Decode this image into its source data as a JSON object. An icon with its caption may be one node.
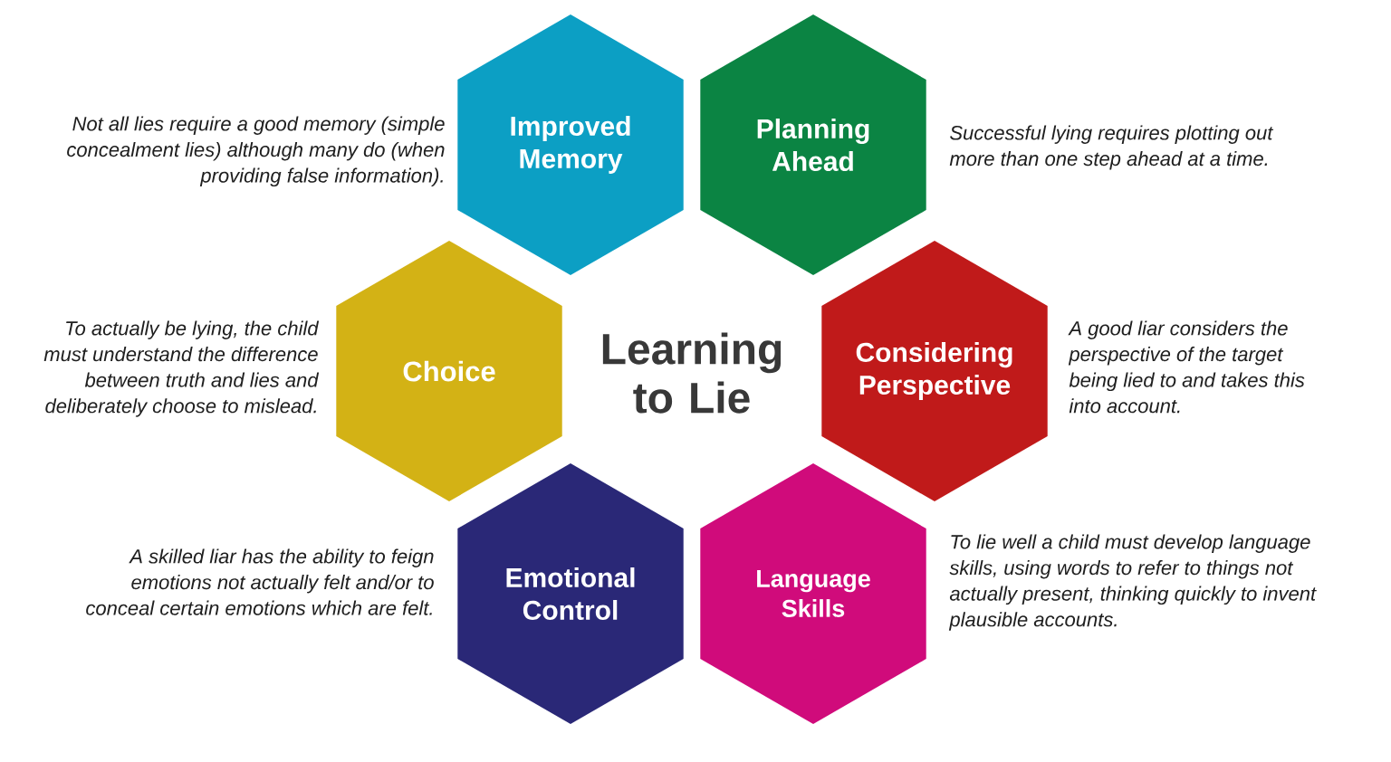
{
  "diagram": {
    "title": "Learning to Lie",
    "nodes": [
      {
        "text": [
          "Improved Memory"
        ],
        "beside": [
          "Not all lies require a good memory (simple concealment lies) although many do (when providing false information)."
        ]
      },
      {
        "text": [
          "Planning Ahead"
        ],
        "beside": [
          "Successful lying requires plotting out more than one step ahead at a time."
        ]
      },
      {
        "text": [
          "Choice"
        ],
        "beside": [
          "To actually be lying, the child must understand the difference between truth and lies and deliberately choose to mislead."
        ]
      },
      {
        "text": [
          "Considering Perspective"
        ],
        "beside": [
          "A good liar considers the perspective of the target being lied to and takes this into account."
        ]
      },
      {
        "text": [
          "Emotional Control"
        ],
        "beside": [
          "A skilled liar has the ability to feign emotions not actually felt and/or to conceal certain emotions which are felt."
        ]
      },
      {
        "text": [
          "Language Skills"
        ],
        "beside": [
          "To lie well a child must develop language skills, using words to refer to things not actually present, thinking quickly to invent plausible accounts."
        ]
      }
    ]
  }
}
